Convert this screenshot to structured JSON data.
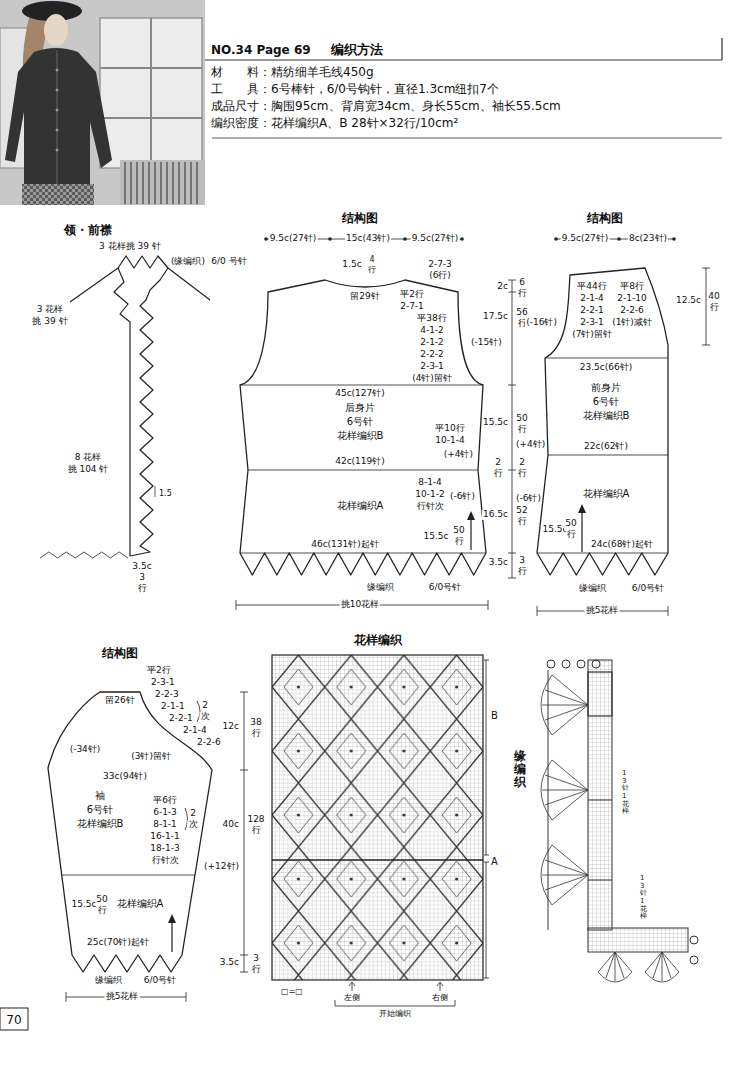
{
  "diagram": {
    "nodes": [
      {
        "text": [
          "NO.34 Page 69",
          "编织方法",
          "材　　料：精纺细羊毛线450g",
          "工　　具：6号棒针，6/0号钩针，直径1.3cm纽扣7个",
          "成品尺寸：胸围95cm、背肩宽34cm、身长55cm、袖长55.5cm",
          "编织密度：花样编织A、B 28针×32行/10cm²"
        ]
      },
      {
        "text": [
          "领・前襟"
        ]
      },
      {
        "text": [
          "后身片",
          "6号针",
          "花样编织B",
          "花样编织A"
        ]
      },
      {
        "text": [
          "前身片",
          "6号针",
          "花样编织B",
          "花样编织A"
        ]
      },
      {
        "text": [
          "袖",
          "6号针",
          "花样编织B",
          "花样编织A"
        ]
      },
      {
        "text": [
          "花样编织"
        ]
      },
      {
        "text": [
          "缘编织"
        ]
      }
    ],
    "labels": [
      "3 花样挑 39 针",
      "(缘编织)",
      "6/0 号针",
      "3 花样",
      "挑 39 针",
      "8 花样",
      "挑 104 针",
      "1.5",
      "3.5c",
      "3",
      "行",
      "结构图",
      "9.5c(27针)",
      "15c(43针)",
      "9.5c(27针)",
      "1.5c",
      "4",
      "行",
      "2-7-3",
      "(6行)",
      "留29针",
      "平2行",
      "2-7-1",
      "平38行",
      "4-1-2",
      "2-1-2",
      "2-2-2",
      "2-3-1",
      "(4针)留针",
      "(-15针)",
      "2c",
      "6",
      "行",
      "17.5c",
      "56",
      "行",
      "15.5c",
      "50",
      "行",
      "45c(127针)",
      "平10行",
      "10-1-4",
      "(+4针)",
      "(+4针)",
      "2",
      "行",
      "2",
      "行",
      "42c(119针)",
      "8-1-4",
      "10-1-2",
      "行针次",
      "(-6针)",
      "(-6针)",
      "16.5c",
      "52",
      "行",
      "15.5c",
      "50",
      "行",
      "46c(131针)起针",
      "3.5c",
      "3",
      "行",
      "缘编织",
      "6/0号针",
      "挑10花样",
      "结构图",
      "9.5c(27针)",
      "8c(23针)",
      "平44行",
      "2-1-4",
      "2-2-1",
      "2-3-1",
      "(7针)留针",
      "平8行",
      "2-1-10",
      "2-2-6",
      "(1针)减针",
      "(-16针)",
      "12.5c",
      "40",
      "行",
      "23.5c(66针)",
      "22c(62针)",
      "15.5c",
      "50",
      "行",
      "24c(68针)起针",
      "缘编织",
      "6/0号针",
      "挑5花样",
      "结构图",
      "平2行",
      "2-3-1",
      "2-2-3",
      "2-1-1",
      "2-2-1",
      "2-1-4",
      "2-2-6",
      "2",
      "次",
      "(3针)留针",
      "留26针",
      "(-34针)",
      "12c",
      "38",
      "行",
      "33c(94针)",
      "平6行",
      "6-1-3",
      "8-1-1",
      "16-1-1",
      "18-1-3",
      "行针次",
      "2",
      "次",
      "(+12针)",
      "40c",
      "128",
      "行",
      "15.5c",
      "50",
      "行",
      "25c(70针)起针",
      "缘编织",
      "6/0号针",
      "3.5c",
      "3",
      "行",
      "挑5花样",
      "B",
      "A",
      "□=□",
      "左侧",
      "右侧",
      "开始编织",
      "13针1花样",
      "13针1花样",
      "70"
    ]
  }
}
